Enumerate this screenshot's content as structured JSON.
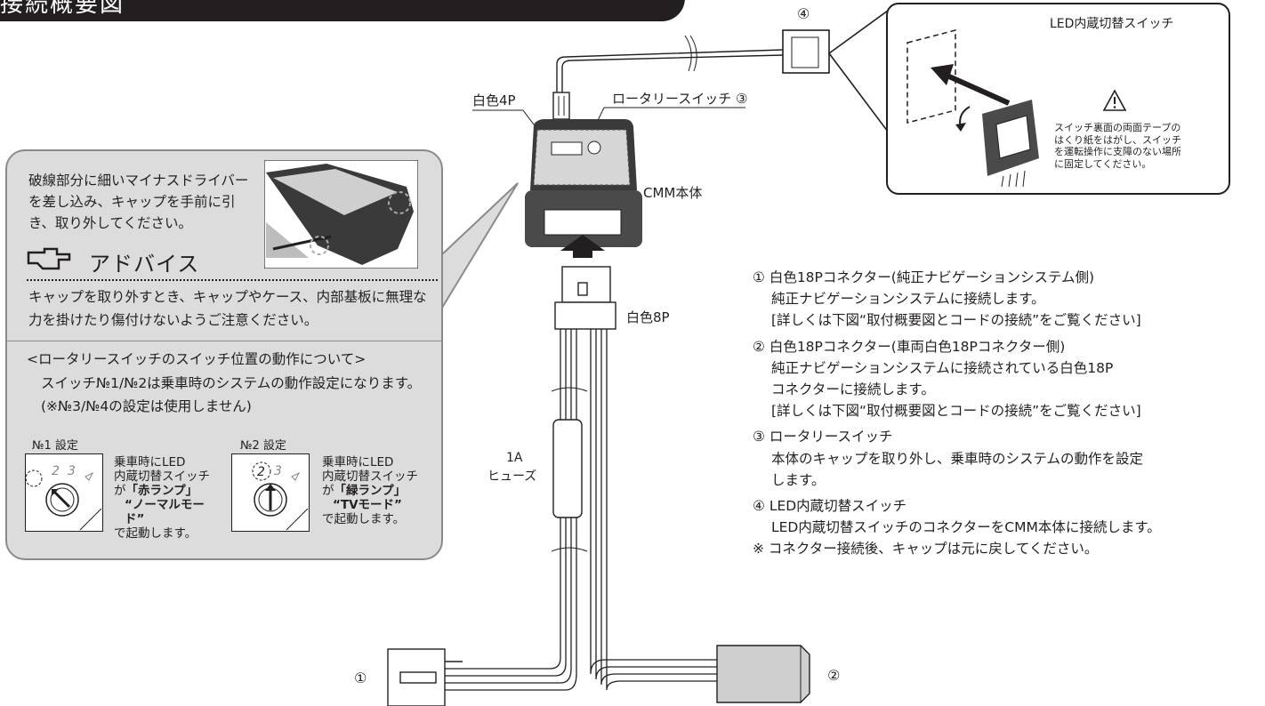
{
  "title": "接続概要図",
  "callout": {
    "cap_text": "破線部分に細いマイナスドライバーを差し込み、キャップを手前に引き、取り外してください。",
    "advice_label": "アドバイス",
    "advice_text": "キャップを取り外すとき、キャップやケース、内部基板に無理な力を掛けたり傷付けないようご注意ください。",
    "rotary_heading": "<ロータリースイッチのスイッチ位置の動作について>",
    "rotary_desc": "スイッチ№1/№2は乗車時のシステムの動作設定になります。(※№3/№4の設定は使用しません)",
    "settings": [
      {
        "label": "№1 設定",
        "line1": "乗車時にLED",
        "line2": "内蔵切替スイッチ",
        "line3_pre": "が",
        "line3_bold": "「赤ランプ」",
        "line4_bold": "“ノーマルモード”",
        "line5": "で起動します。"
      },
      {
        "label": "№2 設定",
        "line1": "乗車時にLED",
        "line2": "内蔵切替スイッチ",
        "line3_pre": "が",
        "line3_bold": "「緑ランプ」",
        "line4_bold": "“TVモード”",
        "line5": "で起動します。"
      }
    ]
  },
  "diagram": {
    "label_white4p": "白色4P",
    "label_rotary": "ロータリースイッチ ③",
    "label_cmm": "CMM本体",
    "label_white8p": "白色8P",
    "label_fuse_1": "1A",
    "label_fuse_2": "ヒューズ",
    "num1": "①",
    "num2": "②",
    "num4": "④"
  },
  "led_panel": {
    "title": "LED内蔵切替スイッチ",
    "warning": "スイッチ裏面の両面テープのはくり紙をはがし、スイッチを運転操作に支障のない場所に固定してください。",
    "warning_lines": [
      "スイッチ裏面の両面テープの",
      "はくり紙をはがし、スイッチ",
      "を運転操作に支障のない場所",
      "に固定してください。"
    ]
  },
  "descriptions": {
    "items": [
      {
        "head": "① 白色18Pコネクター(純正ナビゲーションシステム側)",
        "lines": [
          "純正ナビゲーションシステムに接続します。",
          "[詳しくは下図“取付概要図とコードの接続”をご覧ください]"
        ]
      },
      {
        "head": "② 白色18Pコネクター(車両白色18Pコネクター側)",
        "lines": [
          "純正ナビゲーションシステムに接続されている白色18P",
          "コネクターに接続します。",
          "[詳しくは下図“取付概要図とコードの接続”をご覧ください]"
        ]
      },
      {
        "head": "③ ロータリースイッチ",
        "lines": [
          "本体のキャップを取り外し、乗車時のシステムの動作を設定",
          "します。"
        ]
      },
      {
        "head": "④ LED内蔵切替スイッチ",
        "lines": [
          "LED内蔵切替スイッチのコネクターをCMM本体に接続します。"
        ]
      }
    ],
    "note": "※ コネクター接続後、キャップは元に戻してください。"
  },
  "colors": {
    "ink": "#231f20",
    "callout_bg": "#dcdcdc",
    "callout_border": "#8a8a8a",
    "device": "#3a3a3a"
  }
}
